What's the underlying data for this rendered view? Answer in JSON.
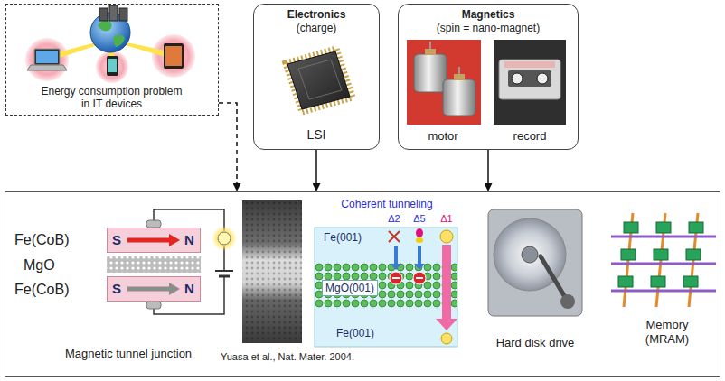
{
  "diagram": {
    "nodes": [
      {
        "text": [
          "Energy consumption problem in IT devices"
        ]
      },
      {
        "text": [
          "Electronics",
          "(charge)",
          "LSI"
        ]
      },
      {
        "text": [
          "Magnetics",
          "(spin = nano-magnet)",
          "motor",
          "record"
        ]
      },
      {
        "text": [
          "Magnetic tunnel junction",
          "Yuasa et al., Nat. Mater. 2004.",
          "Hard disk drive",
          "Memory (MRAM)"
        ]
      },
      {
        "text": [
          "S",
          "N"
        ],
        "in": 3
      },
      {
        "text": [
          "S",
          "N"
        ],
        "in": 3
      }
    ],
    "edges": [
      {
        "from": 0,
        "to": 3,
        "arrow": "to"
      },
      {
        "from": 1,
        "to": 3,
        "arrow": "to"
      },
      {
        "from": 2,
        "to": 3,
        "arrow": "to"
      }
    ],
    "labels": [
      "Fe(CoB)",
      "MgO",
      "Fe(CoB)",
      "Coherent tunneling",
      "Δ2",
      "Δ5",
      "Δ1",
      "Fe(001)",
      "MgO(001)",
      "Fe(001)"
    ]
  }
}
